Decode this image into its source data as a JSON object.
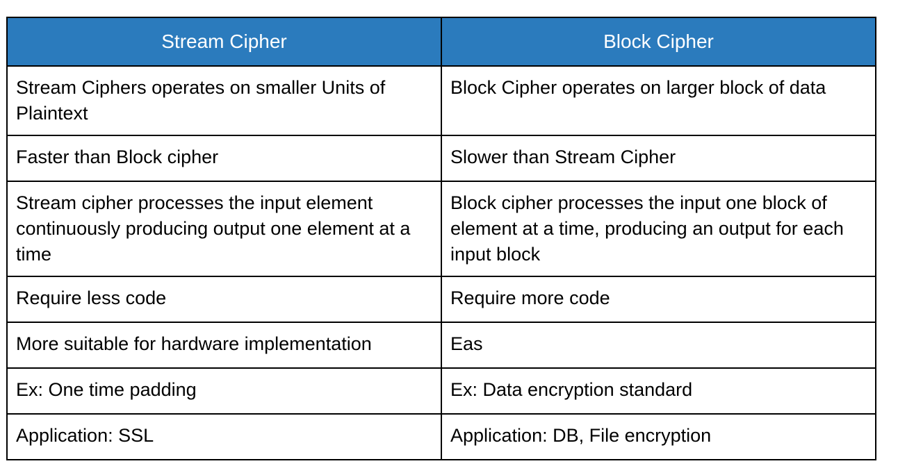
{
  "document": {
    "title": "Stream Cipher vs Block Cipher comparison table",
    "background_color": "#ffffff"
  },
  "table": {
    "header_background_color": "#2b7bbd",
    "header_text_color": "#ffffff",
    "border_color": "#000000",
    "body_text_color": "#000000",
    "columns": [
      {
        "label": "Stream Cipher"
      },
      {
        "label": "Block Cipher"
      }
    ],
    "rows": [
      {
        "left": "Stream Ciphers operates on smaller Units of Plaintext",
        "right": "Block Cipher operates on larger block of data"
      },
      {
        "left": "Faster than Block cipher",
        "right": "Slower than Stream Cipher"
      },
      {
        "left": "Stream cipher processes the input element continuously producing output one element at a time",
        "right": "Block cipher processes the input one block of element at a time, producing an output for each input block"
      },
      {
        "left": "Require less code",
        "right": "Require more code"
      },
      {
        "left": "More suitable for hardware implementation",
        "right": "Eas"
      },
      {
        "left": "Ex: One time padding",
        "right": "Ex: Data encryption standard"
      },
      {
        "left": "Application: SSL",
        "right": "Application: DB, File encryption"
      }
    ]
  }
}
